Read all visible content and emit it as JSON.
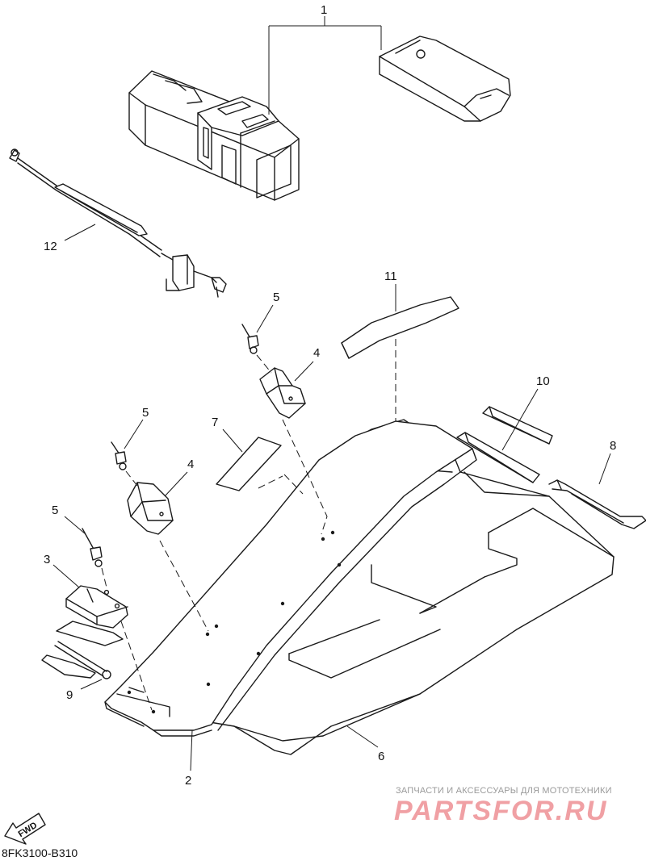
{
  "callouts": {
    "c1": "1",
    "c2": "2",
    "c3": "3",
    "c4a": "4",
    "c4b": "4",
    "c5a": "5",
    "c5b": "5",
    "c5c": "5",
    "c6": "6",
    "c7": "7",
    "c8": "8",
    "c9": "9",
    "c10": "10",
    "c11": "11",
    "c12": "12"
  },
  "direction_marker": "FWD",
  "diagram_code": "8FK3100-B310",
  "watermark": {
    "caption": "ЗАПЧАСТИ И АКСЕССУАРЫ ДЛЯ МОТОТЕХНИКИ",
    "logo": "PARTSFOR.RU"
  },
  "colors": {
    "line": "#1a1a1a",
    "watermark_logo": "#f0a0a4",
    "watermark_caption": "#9a9a9a"
  }
}
